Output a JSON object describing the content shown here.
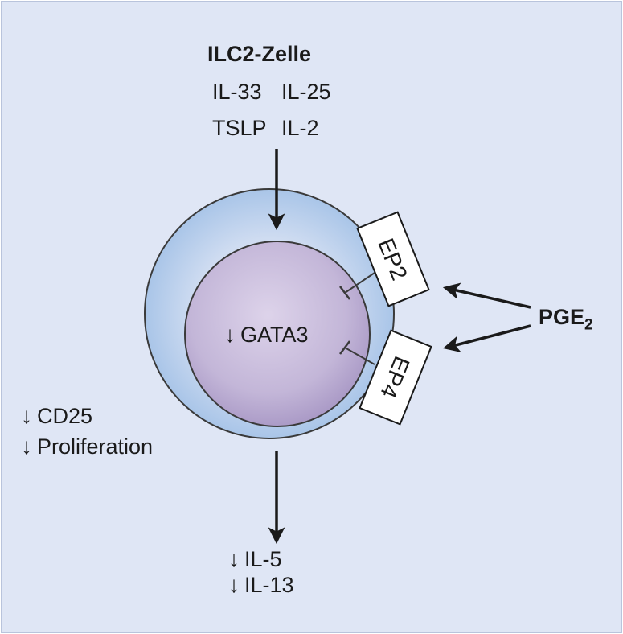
{
  "cell_title": "ILC2-Zelle",
  "stimuli": [
    "IL-33",
    "IL-25",
    "TSLP",
    "IL-2"
  ],
  "nucleus_label": "GATA3",
  "receptors": [
    "EP2",
    "EP4"
  ],
  "ligand": {
    "base": "PGE",
    "subscript": "2"
  },
  "downregulated_effects": [
    "CD25",
    "Proliferation"
  ],
  "downregulated_outputs": [
    "IL-5",
    "IL-13"
  ],
  "down_arrow_symbol": "↓",
  "colors": {
    "background": "#dfe6f5",
    "border": "#b9c4dc",
    "cytoplasm": "#a9c5e8",
    "cytoplasm_light": "#e4ecf8",
    "nucleus": "#b6a6cf",
    "nucleus_light": "#ddd3ea",
    "stroke": "#3a3a3a",
    "arrow": "#1a1a1a"
  }
}
